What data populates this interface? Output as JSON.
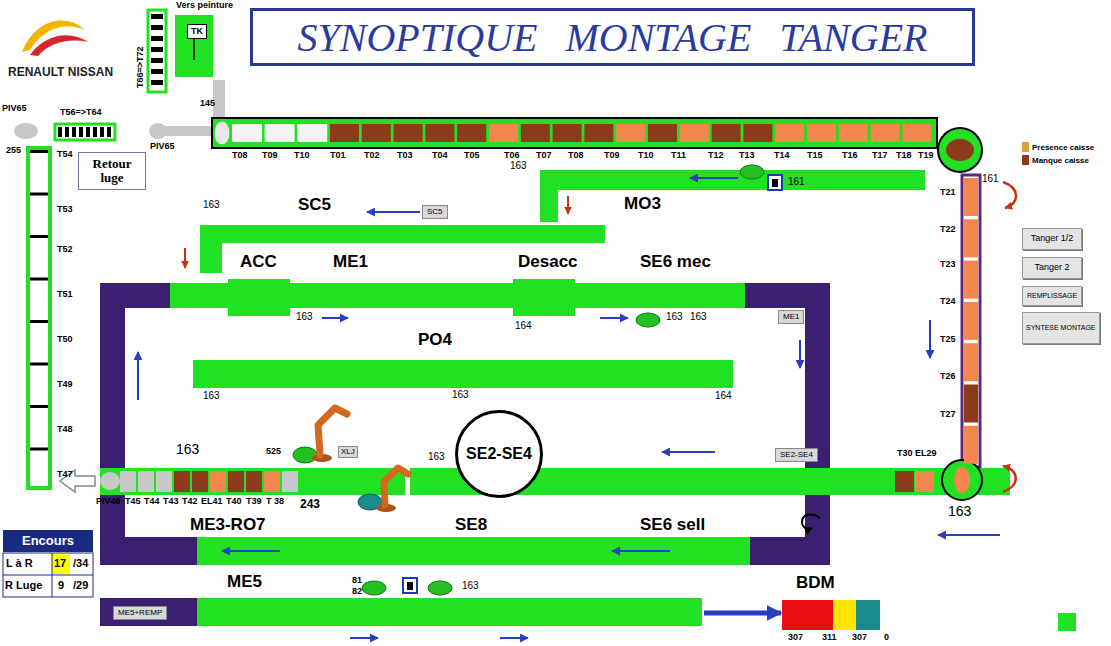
{
  "diagram": {
    "title": "SYNOPTIQUE MONTAGE TANGER",
    "nodes": [
      {
        "text": [
          "Retour luge"
        ]
      },
      {
        "text": [
          "TK"
        ]
      },
      {
        "text": [
          "SE2-SE4"
        ]
      },
      {
        "text": [
          "SC5"
        ]
      },
      {
        "text": [
          "ME1"
        ]
      },
      {
        "text": [
          "SE2-SE4"
        ]
      },
      {
        "text": [
          "ME5+REMP"
        ]
      },
      {
        "text": [
          "Tanger 1/2"
        ]
      },
      {
        "text": [
          "Tanger 2"
        ]
      },
      {
        "text": [
          "REMPLISSAGE"
        ]
      },
      {
        "text": [
          "SYNTESE MONTAGE"
        ]
      },
      {
        "text": [
          "Encours"
        ]
      },
      {
        "text": [
          "ME5"
        ]
      },
      {
        "text": [
          "BDM"
        ]
      }
    ],
    "edges": [
      {
        "from": 12,
        "to": 13,
        "arrow": "to"
      }
    ],
    "labels": [
      "RENAULT NISSAN",
      "PIV65",
      "T56=>T64",
      "T66=>T72",
      "Vers peinture",
      "145",
      "255",
      "PIV65",
      "T54",
      "T53",
      "T52",
      "T51",
      "T50",
      "T49",
      "T48",
      "T47",
      "T08",
      "T09",
      "T10",
      "T01",
      "T02",
      "T03",
      "T04",
      "T05",
      "T06",
      "T07",
      "T08",
      "T09",
      "T10",
      "T11",
      "T12",
      "T13",
      "T14",
      "T15",
      "T16",
      "T17",
      "T18",
      "T19",
      "T21",
      "T22",
      "T23",
      "T24",
      "T25",
      "T26",
      "T27",
      "161",
      "163",
      "161",
      "MO3",
      "163",
      "SC5",
      "ACC",
      "ME1",
      "Desacc",
      "SE6 mec",
      "163",
      "164",
      "163",
      "163",
      "PO4",
      "163",
      "163",
      "164",
      "163",
      "525",
      "XLJ",
      "163",
      "T30 EL29",
      "PIV46",
      "T45",
      "T44",
      "T43",
      "T42",
      "EL41",
      "T40",
      "T39",
      "T 38",
      "243",
      "ME3-RO7",
      "SE8",
      "SE6 sell",
      "163",
      "81",
      "82",
      "163",
      "307",
      "311",
      "307",
      "0",
      "L à R",
      "17",
      "/34",
      "R Luge",
      "9",
      "/29"
    ],
    "legend": [
      {
        "text": "Présence caisse",
        "color": "#d9a040"
      },
      {
        "text": "Manque caisse",
        "color": "#8b3a1a"
      }
    ]
  }
}
